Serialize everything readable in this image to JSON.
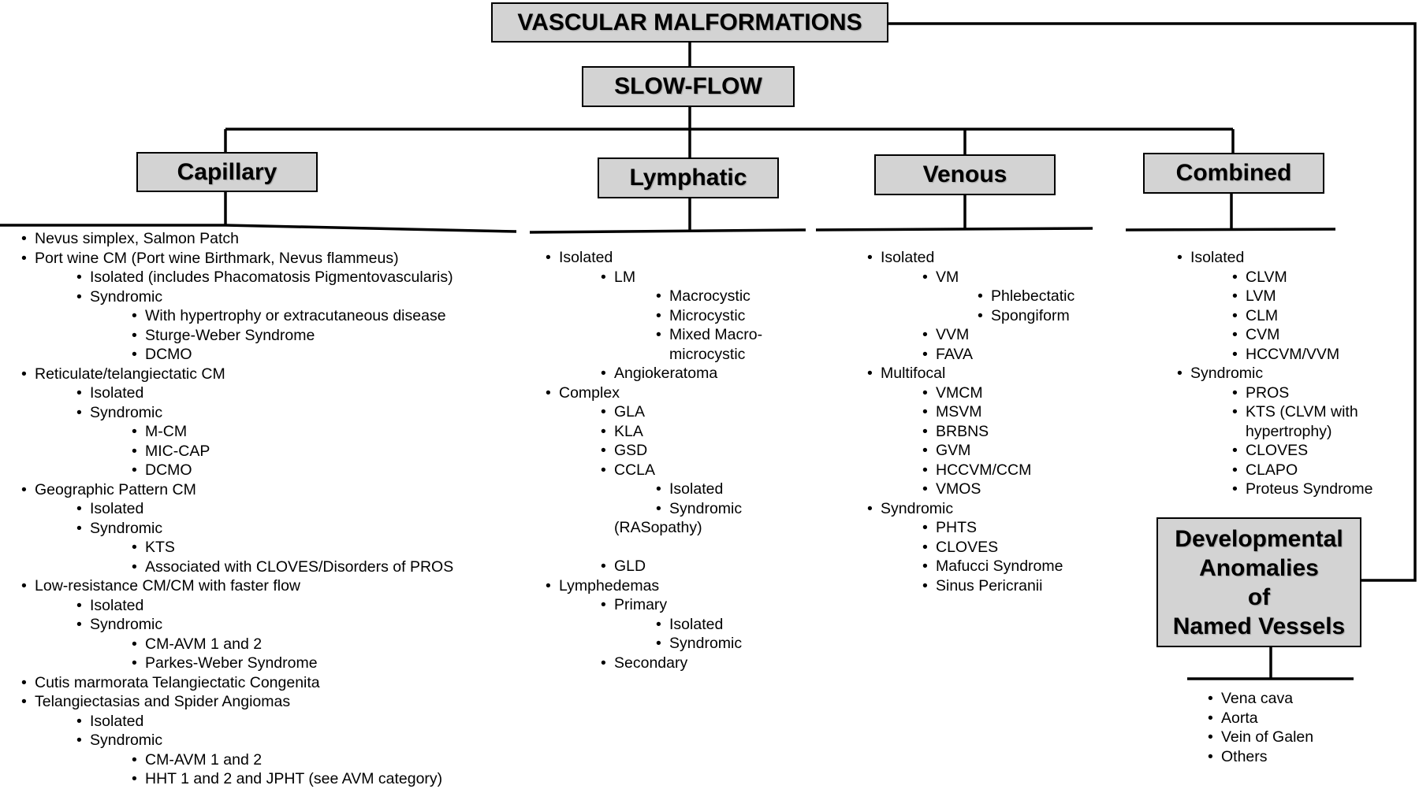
{
  "title": "VASCULAR MALFORMATIONS",
  "subtitle": "SLOW-FLOW",
  "dev_anomalies": [
    "Developmental",
    "Anomalies",
    "of",
    "Named Vessels"
  ],
  "categories": {
    "capillary": {
      "label": "Capillary",
      "items": [
        {
          "level": 0,
          "text": "Nevus simplex, Salmon Patch"
        },
        {
          "level": 0,
          "text": "Port wine CM (Port wine Birthmark, Nevus flammeus)"
        },
        {
          "level": 1,
          "text": "Isolated (includes Phacomatosis Pigmentovascularis)"
        },
        {
          "level": 1,
          "text": "Syndromic"
        },
        {
          "level": 2,
          "text": "With hypertrophy or extracutaneous disease"
        },
        {
          "level": 2,
          "text": "Sturge-Weber Syndrome"
        },
        {
          "level": 2,
          "text": "DCMO"
        },
        {
          "level": 0,
          "text": "Reticulate/telangiectatic CM"
        },
        {
          "level": 1,
          "text": "Isolated"
        },
        {
          "level": 1,
          "text": "Syndromic"
        },
        {
          "level": 2,
          "text": "M-CM"
        },
        {
          "level": 2,
          "text": "MIC-CAP"
        },
        {
          "level": 2,
          "text": "DCMO"
        },
        {
          "level": 0,
          "text": "Geographic Pattern CM"
        },
        {
          "level": 1,
          "text": "Isolated"
        },
        {
          "level": 1,
          "text": "Syndromic"
        },
        {
          "level": 2,
          "text": "KTS"
        },
        {
          "level": 2,
          "text": "Associated with CLOVES/Disorders of PROS"
        },
        {
          "level": 0,
          "text": "Low-resistance CM/CM with faster flow"
        },
        {
          "level": 1,
          "text": "Isolated"
        },
        {
          "level": 1,
          "text": "Syndromic"
        },
        {
          "level": 2,
          "text": "CM-AVM 1 and 2"
        },
        {
          "level": 2,
          "text": "Parkes-Weber Syndrome"
        },
        {
          "level": 0,
          "text": "Cutis marmorata Telangiectatic Congenita"
        },
        {
          "level": 0,
          "text": "Telangiectasias and Spider Angiomas"
        },
        {
          "level": 1,
          "text": "Isolated"
        },
        {
          "level": 1,
          "text": "Syndromic"
        },
        {
          "level": 2,
          "text": "CM-AVM 1 and 2"
        },
        {
          "level": 2,
          "text": "HHT 1 and 2 and JPHT (see AVM category)"
        }
      ]
    },
    "lymphatic": {
      "label": "Lymphatic",
      "items": [
        {
          "level": 0,
          "text": "Isolated"
        },
        {
          "level": 1,
          "text": "LM"
        },
        {
          "level": 2,
          "text": "Macrocystic"
        },
        {
          "level": 2,
          "text": "Microcystic"
        },
        {
          "level": 2,
          "text": "Mixed Macro-"
        },
        {
          "level": 2,
          "text": "microcystic",
          "nobullet": true
        },
        {
          "level": 1,
          "text": "Angiokeratoma"
        },
        {
          "level": 0,
          "text": "Complex"
        },
        {
          "level": 1,
          "text": "GLA"
        },
        {
          "level": 1,
          "text": "KLA"
        },
        {
          "level": 1,
          "text": "GSD"
        },
        {
          "level": 1,
          "text": "CCLA"
        },
        {
          "level": 2,
          "text": "Isolated"
        },
        {
          "level": 2,
          "text": "Syndromic"
        },
        {
          "level": 1,
          "text": "(RASopathy)",
          "nobullet": true
        },
        {
          "level": 0,
          "text": "",
          "nobullet": true
        },
        {
          "level": 1,
          "text": "GLD"
        },
        {
          "level": 0,
          "text": "Lymphedemas"
        },
        {
          "level": 1,
          "text": "Primary"
        },
        {
          "level": 2,
          "text": "Isolated"
        },
        {
          "level": 2,
          "text": "Syndromic"
        },
        {
          "level": 1,
          "text": "Secondary"
        }
      ]
    },
    "venous": {
      "label": "Venous",
      "items": [
        {
          "level": 0,
          "text": "Isolated"
        },
        {
          "level": 1,
          "text": "VM"
        },
        {
          "level": 2,
          "text": "Phlebectatic"
        },
        {
          "level": 2,
          "text": "Spongiform"
        },
        {
          "level": 1,
          "text": "VVM"
        },
        {
          "level": 1,
          "text": "FAVA"
        },
        {
          "level": 0,
          "text": "Multifocal"
        },
        {
          "level": 1,
          "text": "VMCM"
        },
        {
          "level": 1,
          "text": "MSVM"
        },
        {
          "level": 1,
          "text": "BRBNS"
        },
        {
          "level": 1,
          "text": "GVM"
        },
        {
          "level": 1,
          "text": "HCCVM/CCM"
        },
        {
          "level": 1,
          "text": "VMOS"
        },
        {
          "level": 0,
          "text": "Syndromic"
        },
        {
          "level": 1,
          "text": "PHTS"
        },
        {
          "level": 1,
          "text": "CLOVES"
        },
        {
          "level": 1,
          "text": "Mafucci Syndrome"
        },
        {
          "level": 1,
          "text": "Sinus Pericranii"
        }
      ]
    },
    "combined": {
      "label": "Combined",
      "items": [
        {
          "level": 0,
          "text": "Isolated"
        },
        {
          "level": 1,
          "text": "CLVM"
        },
        {
          "level": 1,
          "text": "LVM"
        },
        {
          "level": 1,
          "text": "CLM"
        },
        {
          "level": 1,
          "text": "CVM"
        },
        {
          "level": 1,
          "text": "HCCVM/VVM"
        },
        {
          "level": 0,
          "text": "Syndromic"
        },
        {
          "level": 1,
          "text": "PROS"
        },
        {
          "level": 1,
          "text": "KTS (CLVM with"
        },
        {
          "level": 1,
          "text": "hypertrophy)",
          "nobullet": true
        },
        {
          "level": 1,
          "text": "CLOVES"
        },
        {
          "level": 1,
          "text": "CLAPO"
        },
        {
          "level": 1,
          "text": "Proteus Syndrome"
        }
      ]
    },
    "named_vessels": {
      "items": [
        {
          "level": 0,
          "text": "Vena cava"
        },
        {
          "level": 0,
          "text": "Aorta"
        },
        {
          "level": 0,
          "text": "Vein of Galen"
        },
        {
          "level": 0,
          "text": "Others"
        }
      ]
    }
  }
}
